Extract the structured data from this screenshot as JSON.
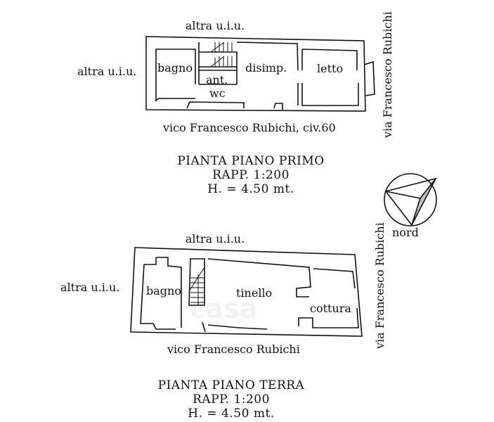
{
  "first_floor": {
    "top_label": "altra u.i.u.",
    "left_label": "altra u.i.u.",
    "right_street": "via Francesco Rubichi",
    "bottom_street": "vico Francesco Rubichi, civ.60",
    "rooms": [
      "bagno",
      "ant.",
      "wc",
      "disimp.",
      "letto"
    ],
    "title": "PIANTA PIANO PRIMO",
    "scale": "RAPP. 1:200",
    "height": "H. = 4.50 mt."
  },
  "ground_floor": {
    "top_label": "altra u.i.u.",
    "left_label": "altra u.i.u.",
    "right_street": "via Francesco Rubichi",
    "bottom_street": "vico Francesco Rubichi",
    "rooms": [
      "bagno",
      "tinello",
      "cottura"
    ],
    "title": "PIANTA PIANO TERRA",
    "scale": "RAPP. 1:200",
    "height": "H. = 4.50 mt."
  },
  "compass": {
    "label": "nord"
  },
  "watermark": "casa"
}
